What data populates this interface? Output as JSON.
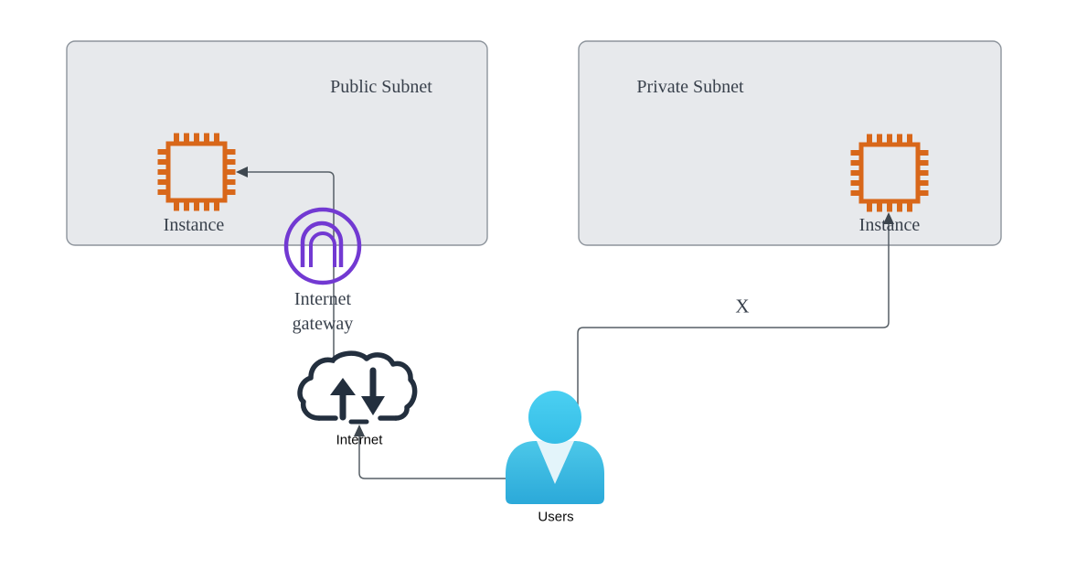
{
  "diagram": {
    "public_subnet": {
      "label": "Public Subnet",
      "instance_label": "Instance"
    },
    "private_subnet": {
      "label": "Private Subnet",
      "instance_label": "Instance"
    },
    "internet_gateway": {
      "label": "Internet gateway"
    },
    "internet_cloud": {
      "label": "Internet"
    },
    "users": {
      "label": "Users"
    },
    "blocked_path_marker": "X",
    "colors": {
      "subnet_fill": "#e7e9ec",
      "subnet_border": "#8d949c",
      "instance_orange": "#d8671a",
      "gateway_purple": "#7239d2",
      "cloud_navy": "#232f3e",
      "users_cyan_light": "#45cbee",
      "users_cyan_dark": "#2ba9d9",
      "users_collar": "#e3f4fa",
      "connector_gray": "#575f66",
      "label_dark": "#39414c"
    }
  }
}
